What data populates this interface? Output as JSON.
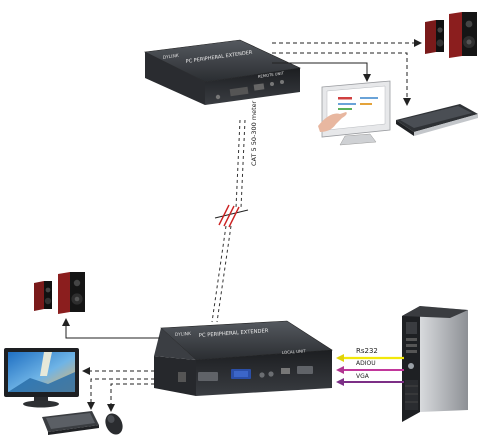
{
  "remote_unit": {
    "brand": "DYLINK",
    "product": "PC PERIPHERAL EXTENDER",
    "unit": "REMOTE UNIT"
  },
  "local_unit": {
    "brand": "DYLINK",
    "product": "PC PERIPHERAL EXTENDER",
    "unit": "LOCAL UNIT"
  },
  "cable_label": "CAT 5  50-300 meter",
  "connections": {
    "rs232": "Rs232",
    "audio": "ADIOU",
    "vga": "VGA"
  },
  "colors": {
    "rs232": "#f2e80a",
    "audio": "#c2379b",
    "vga": "#7c2f86",
    "cable_break": "#cc2222",
    "device_body": "#2b2e33"
  }
}
